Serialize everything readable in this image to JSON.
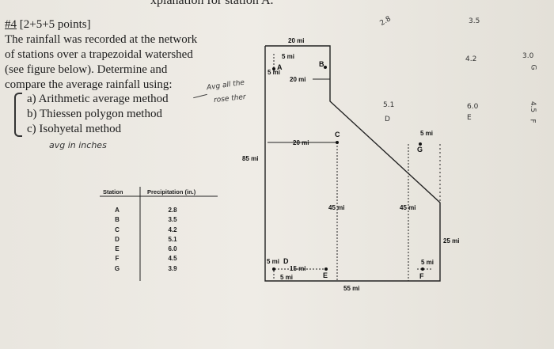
{
  "header_fragment": "xplanation for station A.",
  "problem": {
    "number": "#4",
    "points": "[2+5+5 points]",
    "lines": [
      "The rainfall was recorded at the network",
      "of stations over a trapezoidal watershed",
      "(see figure below). Determine and",
      "compare the average rainfall using:"
    ],
    "options": [
      "a) Arithmetic average method",
      "b) Thiessen polygon method",
      "c) Isohyetal method"
    ]
  },
  "handwriting": {
    "note_top": "Avg all the",
    "note_bottom": "rose ther",
    "note_units": "avg in inches"
  },
  "diagram": {
    "dims": {
      "top_width": "20 mi",
      "a_offset_x": "5 mi",
      "a_offset_y": "5 mi",
      "b_offset": "20 mi",
      "c_offset": "20 mi",
      "left_height": "85 mi",
      "c_height": "45 mi",
      "g_height": "45 mi",
      "right_height": "25 mi",
      "bottom_width": "55 mi",
      "d_offset_x": "5 mi",
      "d_offset_y": "5 mi",
      "de_distance": "15 mi",
      "g_offset": "5 mi",
      "f_offset": "5 mi"
    },
    "stations": [
      "A",
      "B",
      "C",
      "D",
      "E",
      "F",
      "G"
    ]
  },
  "table": {
    "header_station": "Station",
    "header_precip": "Precipitation (in.)",
    "rows": [
      {
        "station": "A",
        "value": "2.8"
      },
      {
        "station": "B",
        "value": "3.5"
      },
      {
        "station": "C",
        "value": "4.2"
      },
      {
        "station": "D",
        "value": "5.1"
      },
      {
        "station": "E",
        "value": "6.0"
      },
      {
        "station": "F",
        "value": "4.5"
      },
      {
        "station": "G",
        "value": "3.9"
      }
    ]
  },
  "margin_marks": [
    "2.8",
    "3.5",
    "4.2",
    "3.0",
    "G",
    "5.1",
    "D",
    "6.0",
    "E",
    "4.5",
    "F"
  ]
}
